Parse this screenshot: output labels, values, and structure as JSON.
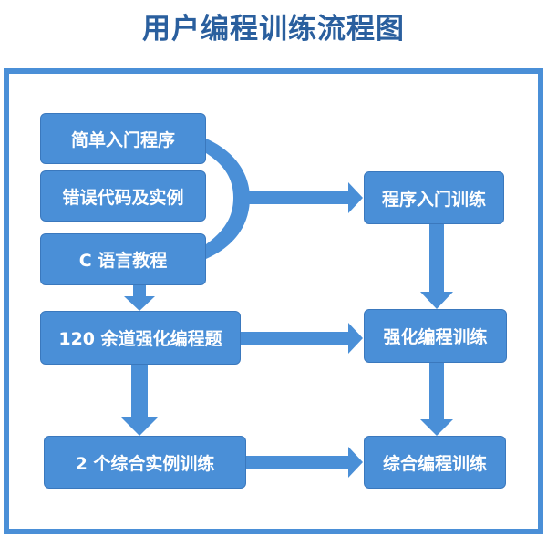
{
  "title": "用户编程训练流程图",
  "colors": {
    "accent": "#4a8fd7",
    "title": "#2a5f9e"
  },
  "nodes": {
    "intro_program": "简单入门程序",
    "error_code": "错误代码及实例",
    "c_tutorial": "C 语言教程",
    "exercises_120": "120 余道强化编程题",
    "two_practices": "2 个综合实例训练",
    "intro_training": "程序入门训练",
    "intensive_training": "强化编程训练",
    "comprehensive_training": "综合编程训练"
  },
  "edges": [
    {
      "from": "intro_program+error_code+c_tutorial",
      "to": "intro_training"
    },
    {
      "from": "c_tutorial",
      "to": "exercises_120"
    },
    {
      "from": "exercises_120",
      "to": "intensive_training"
    },
    {
      "from": "exercises_120",
      "to": "two_practices"
    },
    {
      "from": "two_practices",
      "to": "comprehensive_training"
    },
    {
      "from": "intro_training",
      "to": "intensive_training"
    },
    {
      "from": "intensive_training",
      "to": "comprehensive_training"
    }
  ]
}
